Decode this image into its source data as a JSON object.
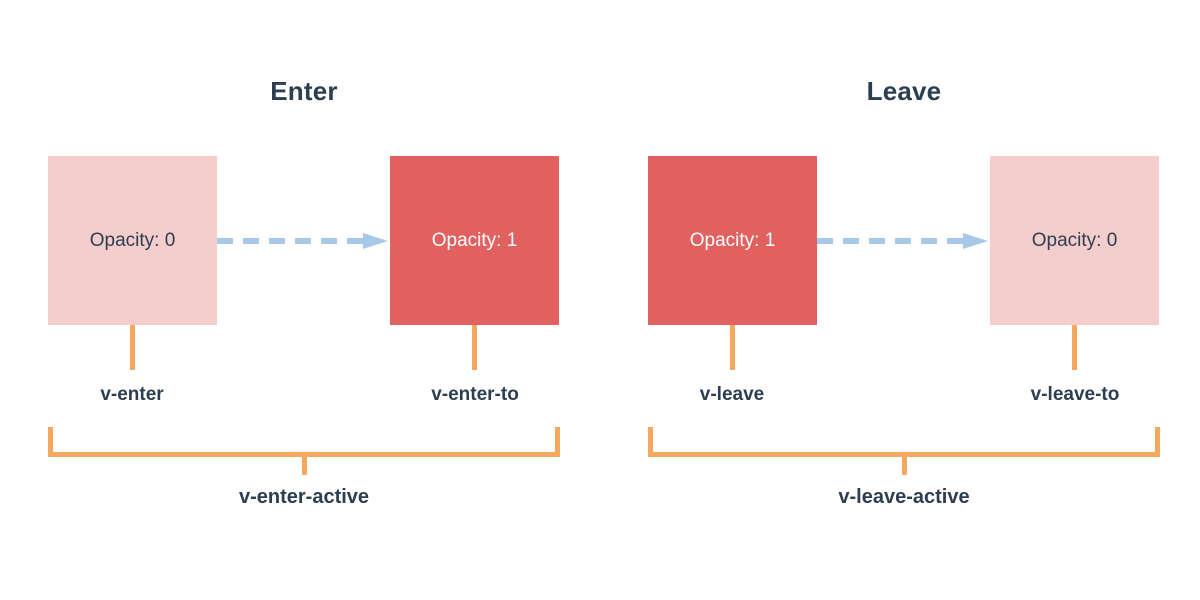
{
  "theme": {
    "background": "#ffffff",
    "box_faded": "#f6cdcd",
    "box_solid": "#e16160",
    "arrow": "#a8c8e8",
    "bracket": "#f5a95f",
    "text_dark": "#2c3e50",
    "text_light": "#ffffff"
  },
  "groups": [
    {
      "title": "Enter",
      "from_box": {
        "label": "Opacity: 0",
        "state": "faded"
      },
      "to_box": {
        "label": "Opacity: 1",
        "state": "solid"
      },
      "from_class": "v-enter",
      "to_class": "v-enter-to",
      "active_class": "v-enter-active"
    },
    {
      "title": "Leave",
      "from_box": {
        "label": "Opacity: 1",
        "state": "solid"
      },
      "to_box": {
        "label": "Opacity: 0",
        "state": "faded"
      },
      "from_class": "v-leave",
      "to_class": "v-leave-to",
      "active_class": "v-leave-active"
    }
  ]
}
